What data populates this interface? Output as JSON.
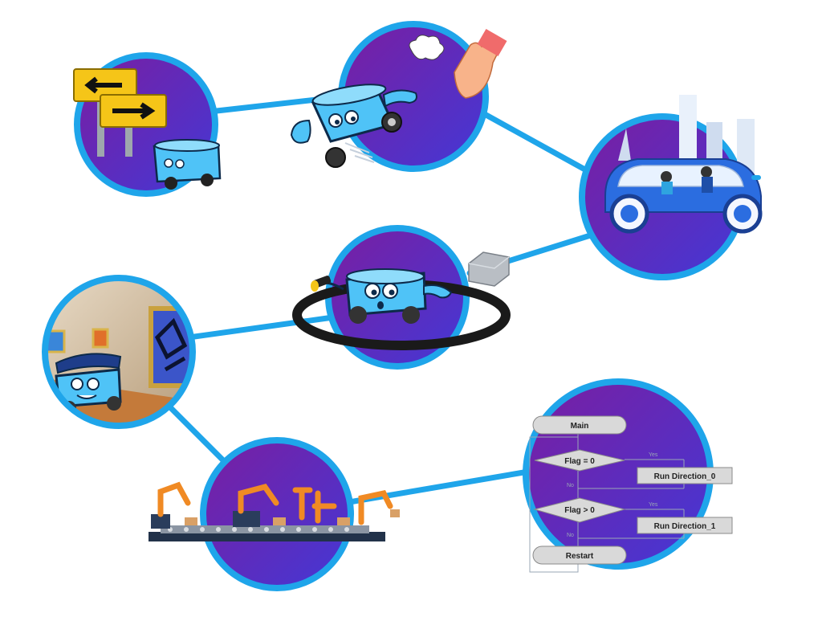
{
  "colors": {
    "ring": "#1fa5ea",
    "connector": "#1fa5ea",
    "bubble_from": "#6a1b9a",
    "bubble_to": "#4a3fd8",
    "robot_body": "#4fc3f7",
    "robot_outline": "#0d2a4a",
    "sign_yellow": "#f5c518",
    "arm_orange": "#f08a24",
    "flow_box": "#d9d9d9",
    "flow_line": "#9aa7b5"
  },
  "flowchart": {
    "start_label": "Main",
    "decision_1": "Flag = 0",
    "action_1": "Run Direction_0",
    "decision_2": "Flag > 0",
    "action_2": "Run Direction_1",
    "end_label": "Restart",
    "yes_label": "Yes",
    "no_label": "No"
  },
  "icons": [
    "direction-signs-icon",
    "robot-bump-icon",
    "autonomous-vehicle-icon",
    "robot-flashlight-icon",
    "museum-guard-robot-icon",
    "factory-conveyor-icon",
    "flowchart-program-icon"
  ]
}
